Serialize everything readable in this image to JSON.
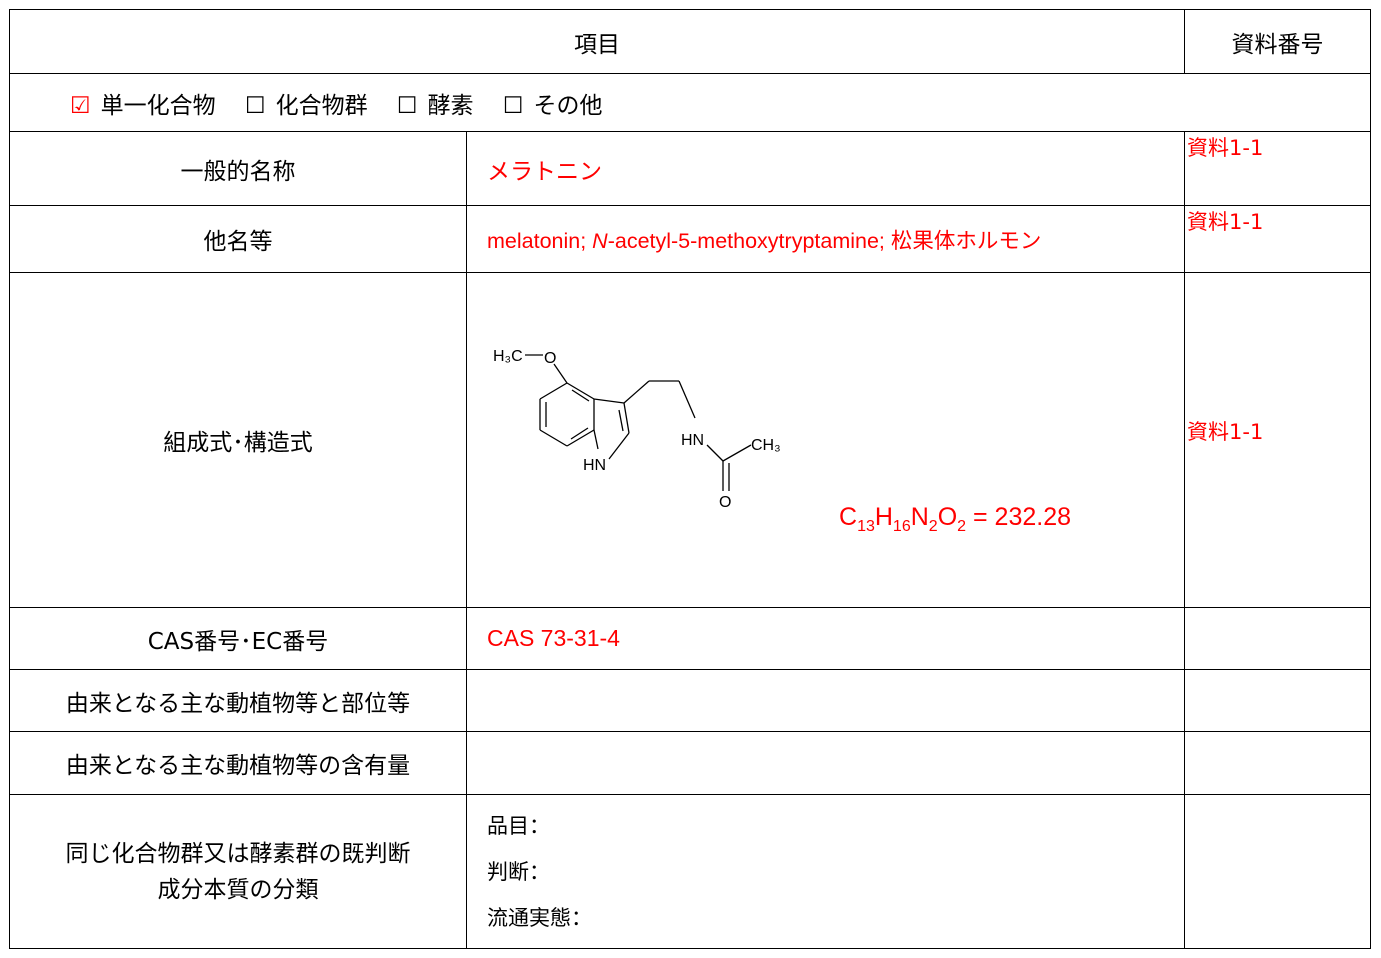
{
  "header": {
    "item_label": "項目",
    "ref_label": "資料番号"
  },
  "type_options": [
    {
      "mark": "☑",
      "label": "単一化合物",
      "checked": true
    },
    {
      "mark": "☐",
      "label": "化合物群",
      "checked": false
    },
    {
      "mark": "☐",
      "label": "酵素",
      "checked": false
    },
    {
      "mark": "☐",
      "label": "その他",
      "checked": false
    }
  ],
  "rows": {
    "general_name": {
      "label": "一般的名称",
      "value": "メラトニン",
      "ref": "資料1-1"
    },
    "other_names": {
      "label": "他名等",
      "value_pre": "melatonin; ",
      "value_italic": "N",
      "value_post": "-acetyl-5-methoxytryptamine; 松果体ホルモン",
      "ref": "資料1-1"
    },
    "structure": {
      "label": "組成式･構造式",
      "ref": "資料1-1",
      "atoms": {
        "methyl": "H₃C",
        "oxygen_ether": "O",
        "nh_ring": "HN",
        "nh_amide": "HN",
        "ch3": "CH₃",
        "oxygen_carbonyl": "O"
      },
      "formula": {
        "c": "C",
        "c_n": "13",
        "h": "H",
        "h_n": "16",
        "n": "N",
        "n_n": "2",
        "o": "O",
        "o_n": "2",
        "mw": " = 232.28"
      }
    },
    "cas": {
      "label": "CAS番号･EC番号",
      "value": "CAS 73-31-4",
      "ref": ""
    },
    "origin_part": {
      "label": "由来となる主な動植物等と部位等",
      "value": "",
      "ref": ""
    },
    "origin_content": {
      "label": "由来となる主な動植物等の含有量",
      "value": "",
      "ref": ""
    },
    "existing": {
      "label_line1": "同じ化合物群又は酵素群の既判断",
      "label_line2": "成分本質の分類",
      "item": "品目：",
      "judgment": "判断：",
      "distribution": "流通実態："
    }
  },
  "colors": {
    "accent": "#ff0000",
    "border": "#000000"
  }
}
